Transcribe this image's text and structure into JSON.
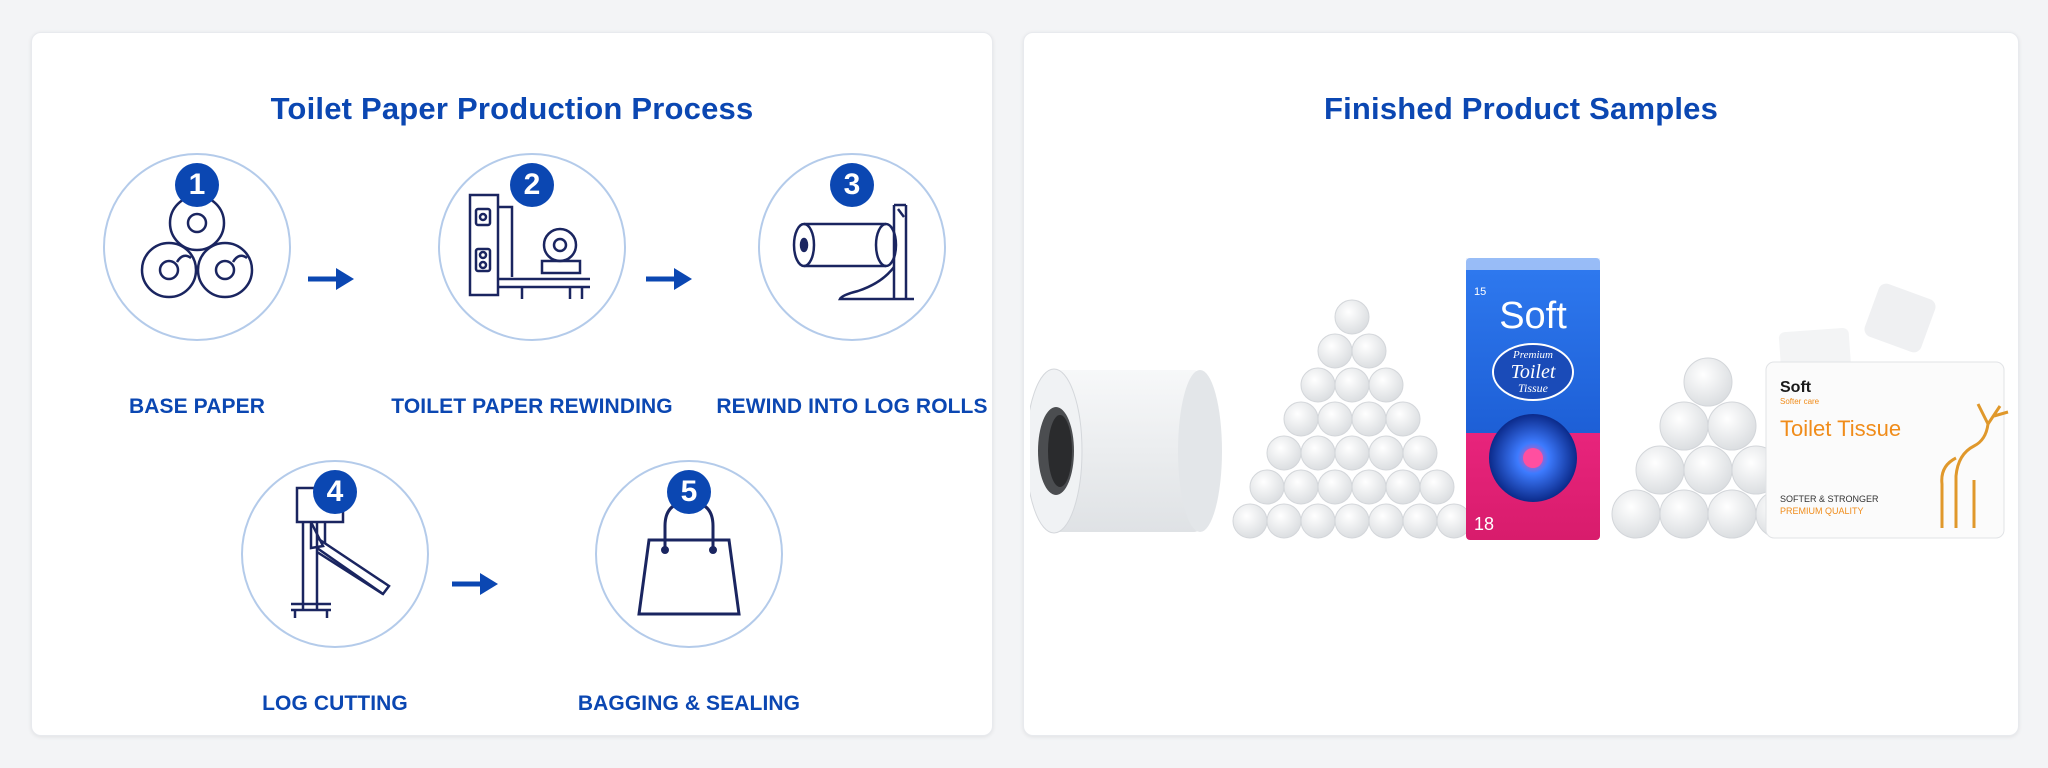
{
  "process": {
    "title": "Toilet Paper Production Process",
    "steps": [
      {
        "number": "1",
        "label": "BASE PAPER",
        "icon": "paper-rolls-icon"
      },
      {
        "number": "2",
        "label": "TOILET PAPER REWINDING",
        "icon": "rewinding-machine-icon"
      },
      {
        "number": "3",
        "label": "REWIND INTO LOG ROLLS",
        "icon": "log-roll-icon"
      },
      {
        "number": "4",
        "label": "LOG CUTTING",
        "icon": "log-cutter-icon"
      },
      {
        "number": "5",
        "label": "BAGGING & SEALING",
        "icon": "bag-icon"
      }
    ]
  },
  "samples": {
    "title": "Finished Product Samples",
    "pack1": {
      "count_badge": "15",
      "brand": "Soft",
      "line1": "Premium",
      "line2": "Toilet",
      "line3": "Tissue",
      "count": "18"
    },
    "pack2": {
      "brand": "Soft",
      "subbrand": "Softer care",
      "product": "Toilet Tissue",
      "tagline": "SOFTER & STRONGER",
      "quality": "PREMIUM QUALITY"
    }
  },
  "colors": {
    "accent": "#0b47b2",
    "ring": "#b4cbea",
    "icon_stroke": "#1a2560",
    "pack_blue": "#1d5fd6",
    "pack_pink": "#e8247c",
    "pack_orange": "#f08c1a"
  }
}
